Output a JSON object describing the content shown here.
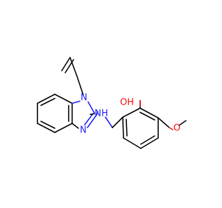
{
  "colors": {
    "background": "#ffffff",
    "carbon_bond": "#000000",
    "nitrogen": "#1f1ff5",
    "oxygen": "#ff0d0d"
  },
  "atoms": {
    "n1": "N",
    "n3": "N",
    "nh": "NH",
    "oh": "OH",
    "o_methoxy": "O"
  }
}
